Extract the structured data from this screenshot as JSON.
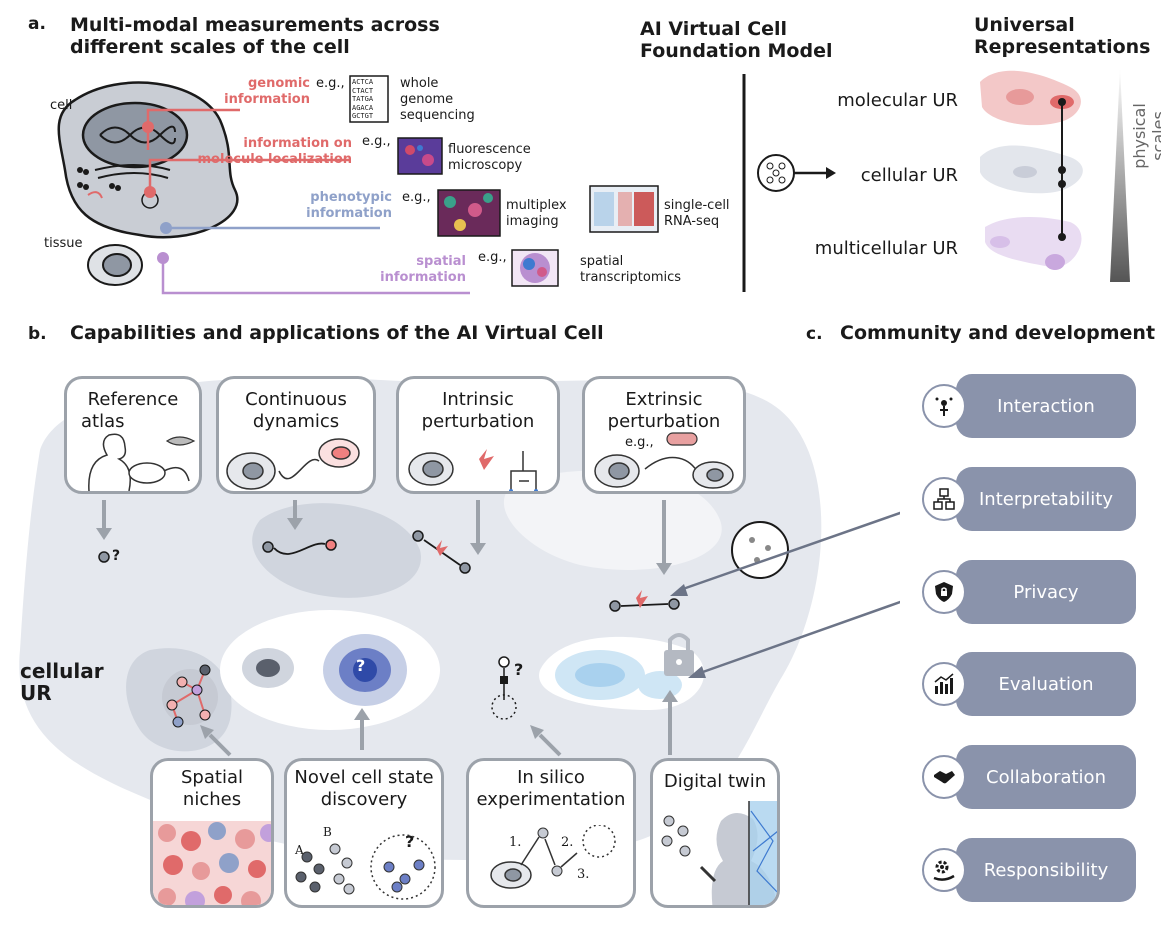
{
  "panel_a": {
    "letter": "a.",
    "title_line1": "Multi-modal measurements across",
    "title_line2": "different scales of the cell",
    "cell_label": "cell",
    "tissue_label": "tissue",
    "genomic_l1": "genomic",
    "genomic_l2": "information",
    "genomic_eg": "e.g.,",
    "genomic_ex_l1": "whole",
    "genomic_ex_l2": "genome",
    "genomic_ex_l3": "sequencing",
    "seq_lines": [
      "ACTCA",
      "CTACT",
      "TATGA",
      "AGACA",
      "GCTGT"
    ],
    "loc_l1": "information on",
    "loc_l2": "molecule localization",
    "loc_eg": "e.g.,",
    "loc_ex_l1": "fluorescence",
    "loc_ex_l2": "microscopy",
    "pheno_l1": "phenotypic",
    "pheno_l2": "information",
    "pheno_eg": "e.g.,",
    "pheno_ex1_l1": "multiplex",
    "pheno_ex1_l2": "imaging",
    "pheno_ex2_l1": "single-cell",
    "pheno_ex2_l2": "RNA-seq",
    "spatial_l1": "spatial",
    "spatial_l2": "information",
    "spatial_eg": "e.g.,",
    "spatial_ex_l1": "spatial",
    "spatial_ex_l2": "transcriptomics",
    "model_l1": "AI Virtual Cell",
    "model_l2": "Foundation Model",
    "ur_title_l1": "Universal",
    "ur_title_l2": "Representations",
    "ur_molecular": "molecular UR",
    "ur_cellular": "cellular UR",
    "ur_multicellular": "multicellular UR",
    "physical_scales": "physical scales"
  },
  "panel_b": {
    "letter": "b.",
    "title": "Capabilities and applications of the AI Virtual Cell",
    "cellular_ur_l1": "cellular",
    "cellular_ur_l2": "UR",
    "boxes_top": [
      {
        "l1": "Reference",
        "l2": "atlas"
      },
      {
        "l1": "Continuous",
        "l2": "dynamics"
      },
      {
        "l1": "Intrinsic",
        "l2": "perturbation"
      },
      {
        "l1": "Extrinsic",
        "l2": "perturbation"
      }
    ],
    "extrinsic_eg": "e.g.,",
    "boxes_bottom": [
      {
        "l1": "Spatial",
        "l2": "niches"
      },
      {
        "l1": "Novel cell state",
        "l2": "discovery"
      },
      {
        "l1": "In silico",
        "l2": "experimentation"
      },
      {
        "l1": "Digital twin",
        "l2": ""
      }
    ],
    "q_mark": "?",
    "novel_a": "A",
    "novel_b": "B",
    "step1": "1.",
    "step2": "2.",
    "step3": "3."
  },
  "panel_c": {
    "letter": "c.",
    "title": "Community and development",
    "items": [
      "Interaction",
      "Interpretability",
      "Privacy",
      "Evaluation",
      "Collaboration",
      "Responsibility"
    ]
  },
  "colors": {
    "red": "#e06a6a",
    "blue": "#8fa1c9",
    "purple": "#b98fd0",
    "pill": "#8a93ab",
    "box_border": "#9ca2aa"
  }
}
